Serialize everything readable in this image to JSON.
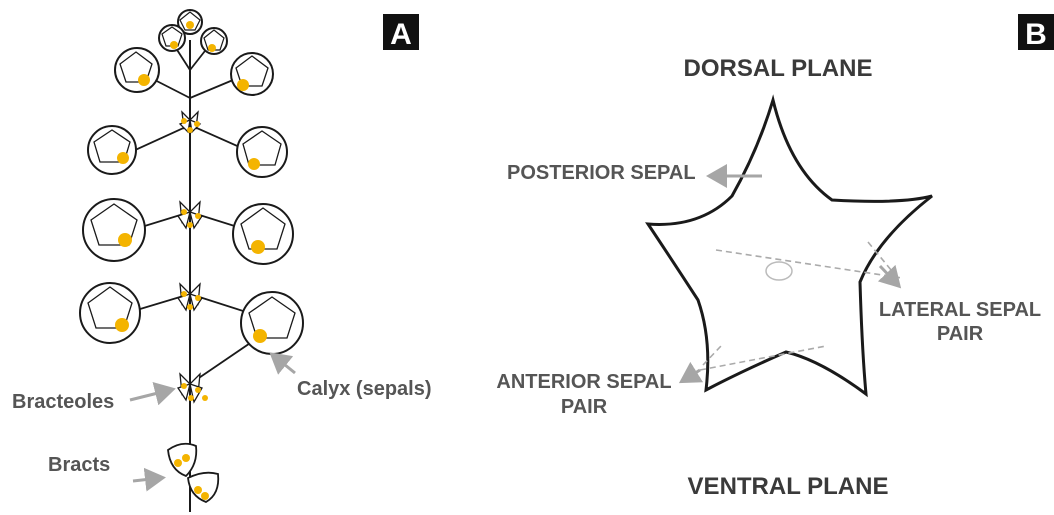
{
  "panel_a": {
    "letter": "A",
    "labels": {
      "bracteoles": "Bracteoles",
      "calyx": "Calyx (sepals)",
      "bracts": "Bracts"
    }
  },
  "panel_b": {
    "letter": "B",
    "dorsal_plane": "DORSAL PLANE",
    "ventral_plane": "VENTRAL PLANE",
    "posterior_sepal": "POSTERIOR SEPAL",
    "lateral_sepal_line1": "LATERAL SEPAL",
    "lateral_sepal_line2": "PAIR",
    "anterior_sepal_line1": "ANTERIOR SEPAL",
    "anterior_sepal_line2": "PAIR"
  },
  "colors": {
    "outline": "#1a1a1a",
    "label_text": "#555555",
    "arrow": "#a6a6a6",
    "yellow_dot": "#f4b400",
    "panel_badge": "#111111",
    "dashed_line": "#aaaaaa"
  }
}
